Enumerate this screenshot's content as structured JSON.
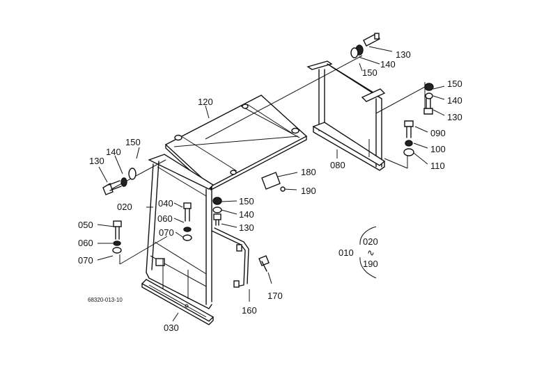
{
  "diagram": {
    "drawing_code": "68320-013-10",
    "callouts": {
      "p010": "010",
      "p020": "020",
      "p030": "030",
      "p040": "040",
      "p050": "050",
      "p060a": "060",
      "p060b": "060",
      "p070a": "070",
      "p070b": "070",
      "p080": "080",
      "p090": "090",
      "p100": "100",
      "p110": "110",
      "p120": "120",
      "p130a": "130",
      "p130b": "130",
      "p130c": "130",
      "p130d": "130",
      "p140a": "140",
      "p140b": "140",
      "p140c": "140",
      "p140d": "140",
      "p150a": "150",
      "p150b": "150",
      "p150c": "150",
      "p150d": "150",
      "p160": "160",
      "p170": "170",
      "p180": "180",
      "p190": "190"
    },
    "assembly_range": {
      "parent": "010",
      "from": "020",
      "tilde": "∿",
      "to": "190"
    }
  }
}
